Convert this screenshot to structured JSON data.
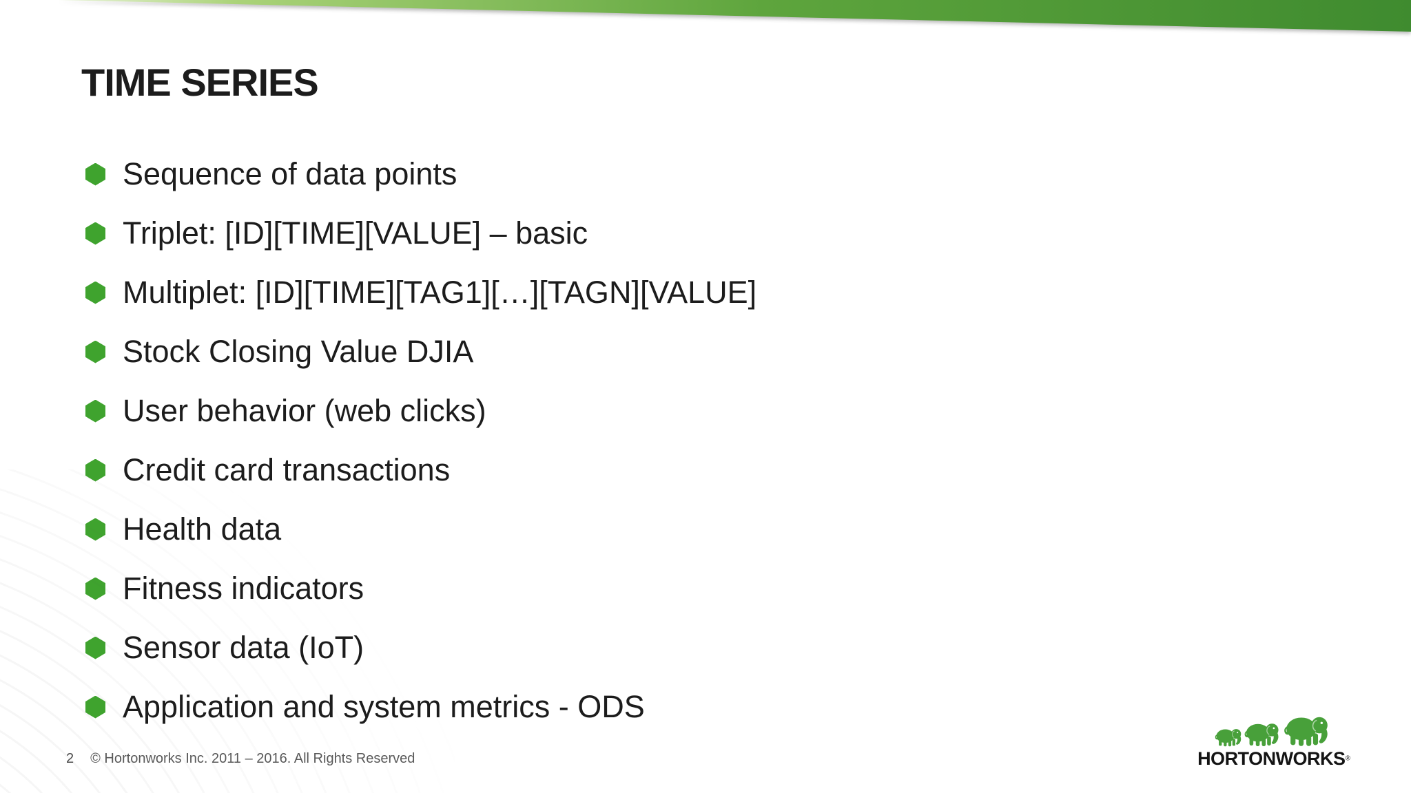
{
  "slide": {
    "title": "TIME SERIES",
    "bullets": [
      "Sequence of data points",
      "Triplet: [ID][TIME][VALUE] – basic",
      "Multiplet: [ID][TIME][TAG1][…][TAGN][VALUE]",
      "Stock Closing Value DJIA",
      "User behavior (web clicks)",
      "Credit card transactions",
      "Health data",
      "Fitness indicators",
      "Sensor data (IoT)",
      "Application and system metrics - ODS"
    ]
  },
  "footer": {
    "page_number": "2",
    "copyright": "© Hortonworks Inc. 2011 – 2016. All Rights Reserved"
  },
  "logo": {
    "wordmark": "HORTONWORKS",
    "registered_mark": "®"
  },
  "icons": {
    "bullet": "hexagon-bullet-icon",
    "logo": "elephant-icon"
  },
  "colors": {
    "banner_green_light": "#abd379",
    "banner_green_mid": "#5ea53d",
    "banner_green_dark": "#3f8b2f",
    "bullet_green": "#3fa32e",
    "logo_green": "#48a03a",
    "text_dark": "#1c1c1c",
    "footer_gray": "#595959"
  }
}
